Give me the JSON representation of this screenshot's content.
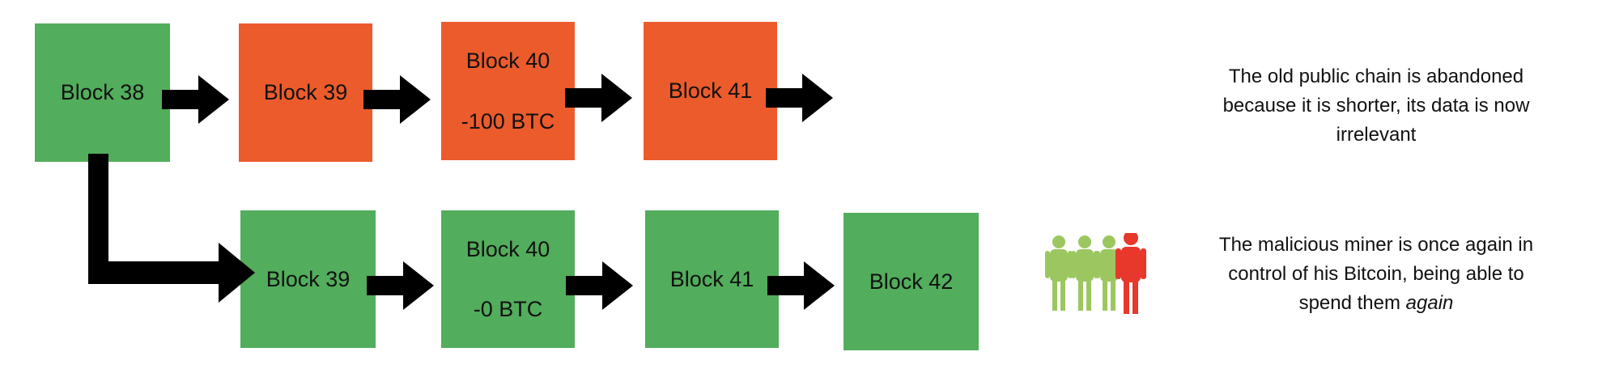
{
  "colors": {
    "accepted_block": "#52ad5c",
    "abandoned_block": "#ec5b2c",
    "arrow": "#000000",
    "honest_person": "#9cc760",
    "malicious_person": "#e8372b"
  },
  "old_chain": {
    "blocks": [
      {
        "label": "Block 38",
        "detail": ""
      },
      {
        "label": "Block 39",
        "detail": ""
      },
      {
        "label": "Block 40",
        "detail": "-100 BTC"
      },
      {
        "label": "Block 41",
        "detail": ""
      }
    ],
    "note": "The old public chain is abandoned because it is shorter, its data is now irrelevant"
  },
  "new_chain": {
    "blocks": [
      {
        "label": "Block 39",
        "detail": ""
      },
      {
        "label": "Block 40",
        "detail": "-0 BTC"
      },
      {
        "label": "Block 41",
        "detail": ""
      },
      {
        "label": "Block 42",
        "detail": ""
      }
    ],
    "note_main": "The malicious miner is once again in control of his Bitcoin, being able to spend them",
    "note_emphasis": "again"
  },
  "icons": {
    "people_group": "people-group-icon",
    "malicious_person": "malicious-miner-icon"
  }
}
